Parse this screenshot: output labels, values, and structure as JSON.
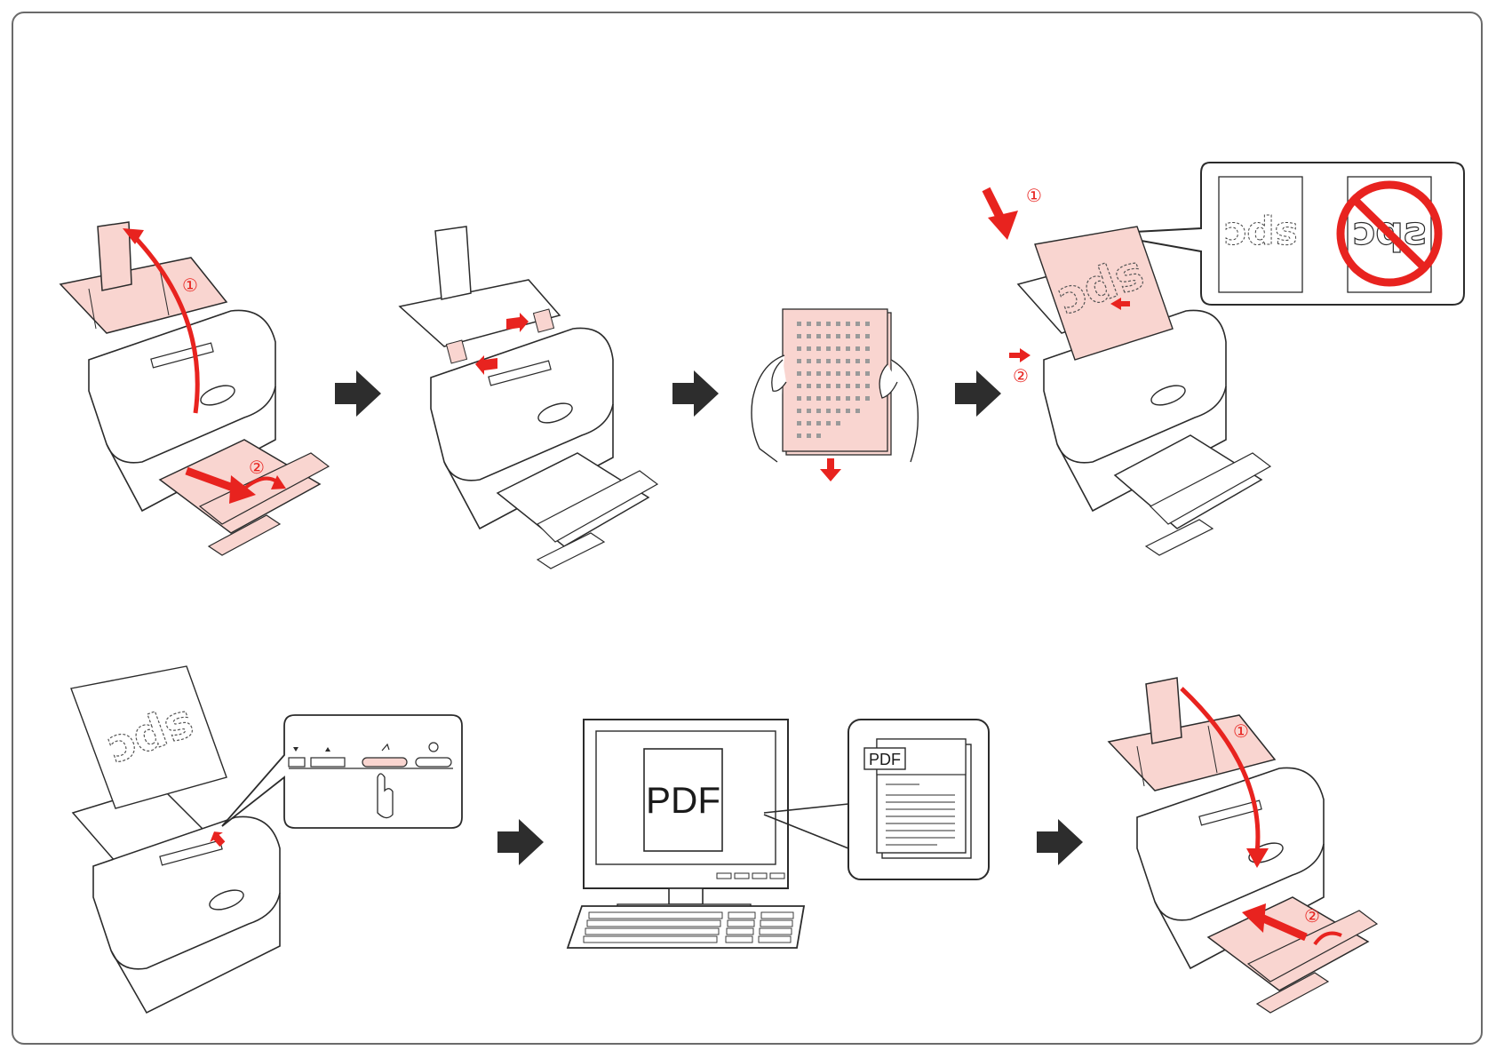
{
  "steps": [
    {
      "callouts": [
        "①",
        "②"
      ]
    },
    {
      "callouts": []
    },
    {
      "callouts": []
    },
    {
      "callouts": [
        "①",
        "②"
      ]
    },
    {
      "callouts": []
    },
    {
      "callouts": []
    },
    {
      "callouts": [
        "①",
        "②"
      ]
    }
  ],
  "document_text": "spc",
  "callout_doc_text": "spc",
  "pdf_label": "PDF",
  "pdf_icon_label": "PDF",
  "colors": {
    "accent": "#e8231f",
    "highlight": "#f9d5d0",
    "line": "#2b2b2b",
    "arrow": "#2d2d2d",
    "frame": "#6a6a6a"
  }
}
